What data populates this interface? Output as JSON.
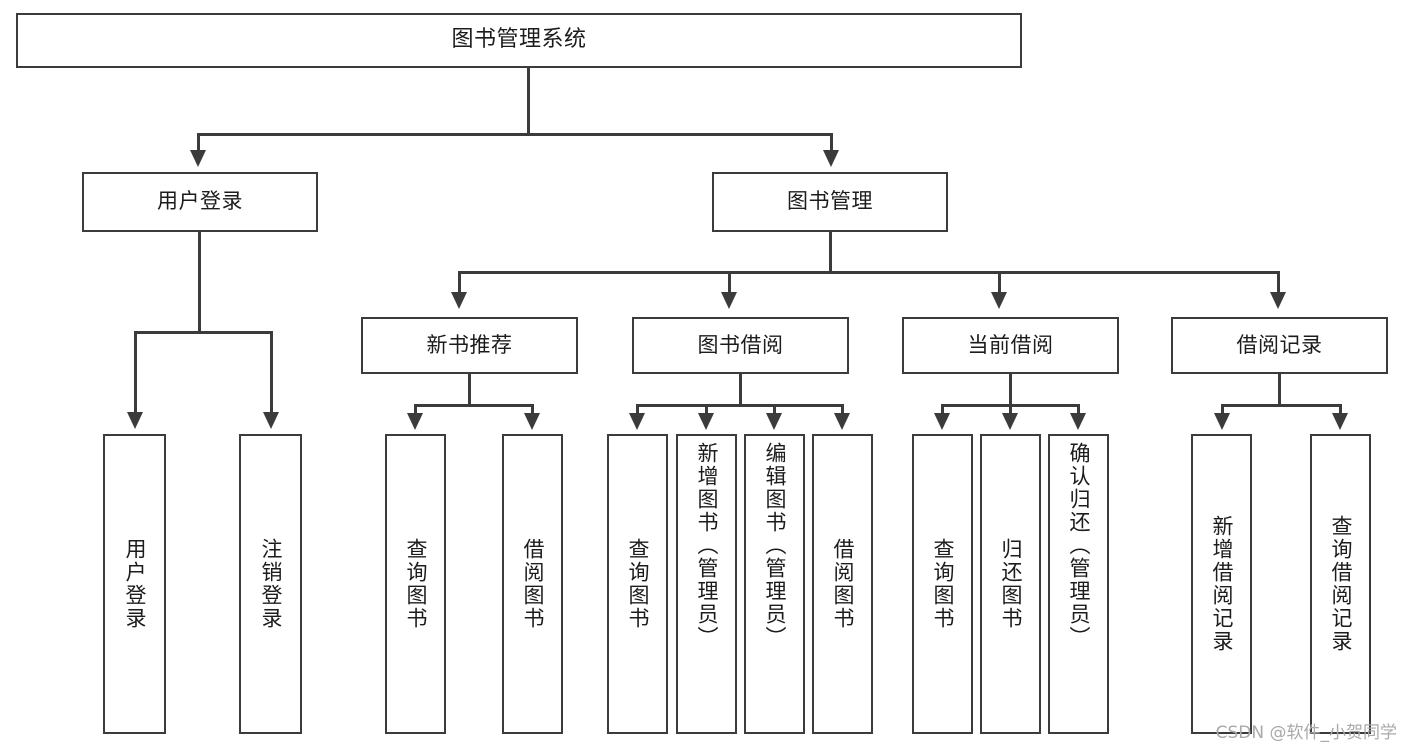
{
  "diagram": {
    "title": "图书管理系统",
    "type": "功能结构图",
    "watermark": "CSDN @软件_小贺同学",
    "colors": {
      "line": "#3b3b3b",
      "box_fill": "#ffffff",
      "text": "#1c1c1c",
      "background": "#ffffff",
      "watermark": "#a9a9a9"
    },
    "root": {
      "label": "图书管理系统"
    },
    "level2": [
      {
        "label": "用户登录"
      },
      {
        "label": "图书管理"
      }
    ],
    "level3": [
      {
        "label": "新书推荐"
      },
      {
        "label": "图书借阅"
      },
      {
        "label": "当前借阅"
      },
      {
        "label": "借阅记录"
      }
    ],
    "leaves": {
      "user_login": [
        {
          "label": "用户登录"
        },
        {
          "label": "注销登录"
        }
      ],
      "new_book": [
        {
          "label": "查询图书"
        },
        {
          "label": "借阅图书"
        }
      ],
      "book_borrow": [
        {
          "label": "查询图书"
        },
        {
          "label": "新增图书（管理员）"
        },
        {
          "label": "编辑图书（管理员）"
        },
        {
          "label": "借阅图书"
        }
      ],
      "current_borrow": [
        {
          "label": "查询图书"
        },
        {
          "label": "归还图书"
        },
        {
          "label": "确认归还（管理员）"
        }
      ],
      "borrow_record": [
        {
          "label": "新增借阅记录"
        },
        {
          "label": "查询借阅记录"
        }
      ]
    }
  }
}
